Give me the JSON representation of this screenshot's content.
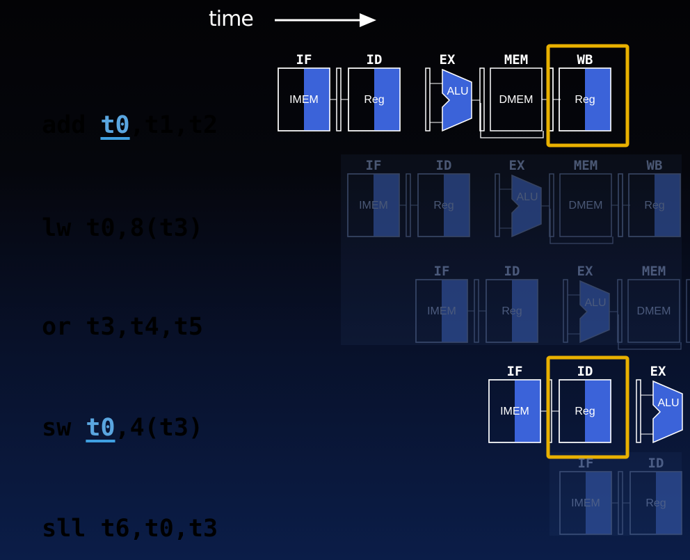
{
  "header": {
    "time_label": "time"
  },
  "instructions": [
    {
      "state": "active",
      "text_before": "add ",
      "highlight": "t0",
      "text_after": ",t1,t2"
    },
    {
      "state": "dim",
      "text_before": "lw t0,8(t3)",
      "highlight": "",
      "text_after": ""
    },
    {
      "state": "dim",
      "text_before": "or t3,t4,t5",
      "highlight": "",
      "text_after": ""
    },
    {
      "state": "active",
      "text_before": "sw ",
      "highlight": "t0",
      "text_after": ",4(t3)"
    },
    {
      "state": "dim",
      "text_before": "sll t6,t0,t3",
      "highlight": "",
      "text_after": ""
    }
  ],
  "stage_names": [
    "IF",
    "ID",
    "EX",
    "MEM",
    "WB"
  ],
  "unit_labels": {
    "IF": "IMEM",
    "ID": "Reg",
    "EX": "ALU",
    "MEM": "DMEM",
    "WB": "Reg"
  },
  "pipelines": [
    {
      "instruction": "add t0,t1,t2",
      "state": "active",
      "stages": [
        "IF",
        "ID",
        "EX",
        "MEM",
        "WB"
      ],
      "highlighted_stage": "WB"
    },
    {
      "instruction": "lw t0,8(t3)",
      "state": "dim",
      "stages": [
        "IF",
        "ID",
        "EX",
        "MEM",
        "WB"
      ],
      "highlighted_stage": ""
    },
    {
      "instruction": "or t3,t4,t5",
      "state": "dim",
      "stages": [
        "IF",
        "ID",
        "EX",
        "MEM"
      ],
      "highlighted_stage": ""
    },
    {
      "instruction": "sw t0,4(t3)",
      "state": "active",
      "stages": [
        "IF",
        "ID",
        "EX"
      ],
      "highlighted_stage": "ID"
    },
    {
      "instruction": "sll t6,t0,t3",
      "state": "dim",
      "stages": [
        "IF",
        "ID"
      ],
      "highlighted_stage": ""
    }
  ],
  "colors": {
    "unit_blue": "#3b63d9",
    "highlight_box": "#e9b100",
    "register_underline": "#3f9fe0",
    "active_text": "#ffffff",
    "dim_text": "#6c6c72"
  }
}
